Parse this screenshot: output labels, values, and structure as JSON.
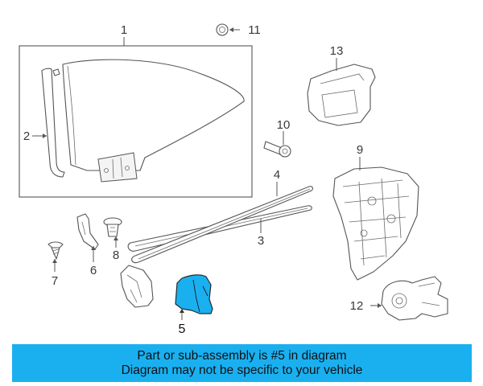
{
  "diagram": {
    "callouts": [
      {
        "id": "1",
        "label": "1"
      },
      {
        "id": "2",
        "label": "2"
      },
      {
        "id": "3",
        "label": "3"
      },
      {
        "id": "4",
        "label": "4"
      },
      {
        "id": "5",
        "label": "5",
        "highlighted": true
      },
      {
        "id": "6",
        "label": "6"
      },
      {
        "id": "7",
        "label": "7"
      },
      {
        "id": "8",
        "label": "8"
      },
      {
        "id": "9",
        "label": "9"
      },
      {
        "id": "10",
        "label": "10"
      },
      {
        "id": "11",
        "label": "11"
      },
      {
        "id": "12",
        "label": "12"
      },
      {
        "id": "13",
        "label": "13"
      }
    ],
    "highlight_color": "#1ab0f0",
    "part_stroke_color": "#555555"
  },
  "banner": {
    "line1": "Part or sub-assembly is #5 in diagram",
    "line2": "Diagram may not be specific to your vehicle",
    "background": "#1ab0f0"
  }
}
